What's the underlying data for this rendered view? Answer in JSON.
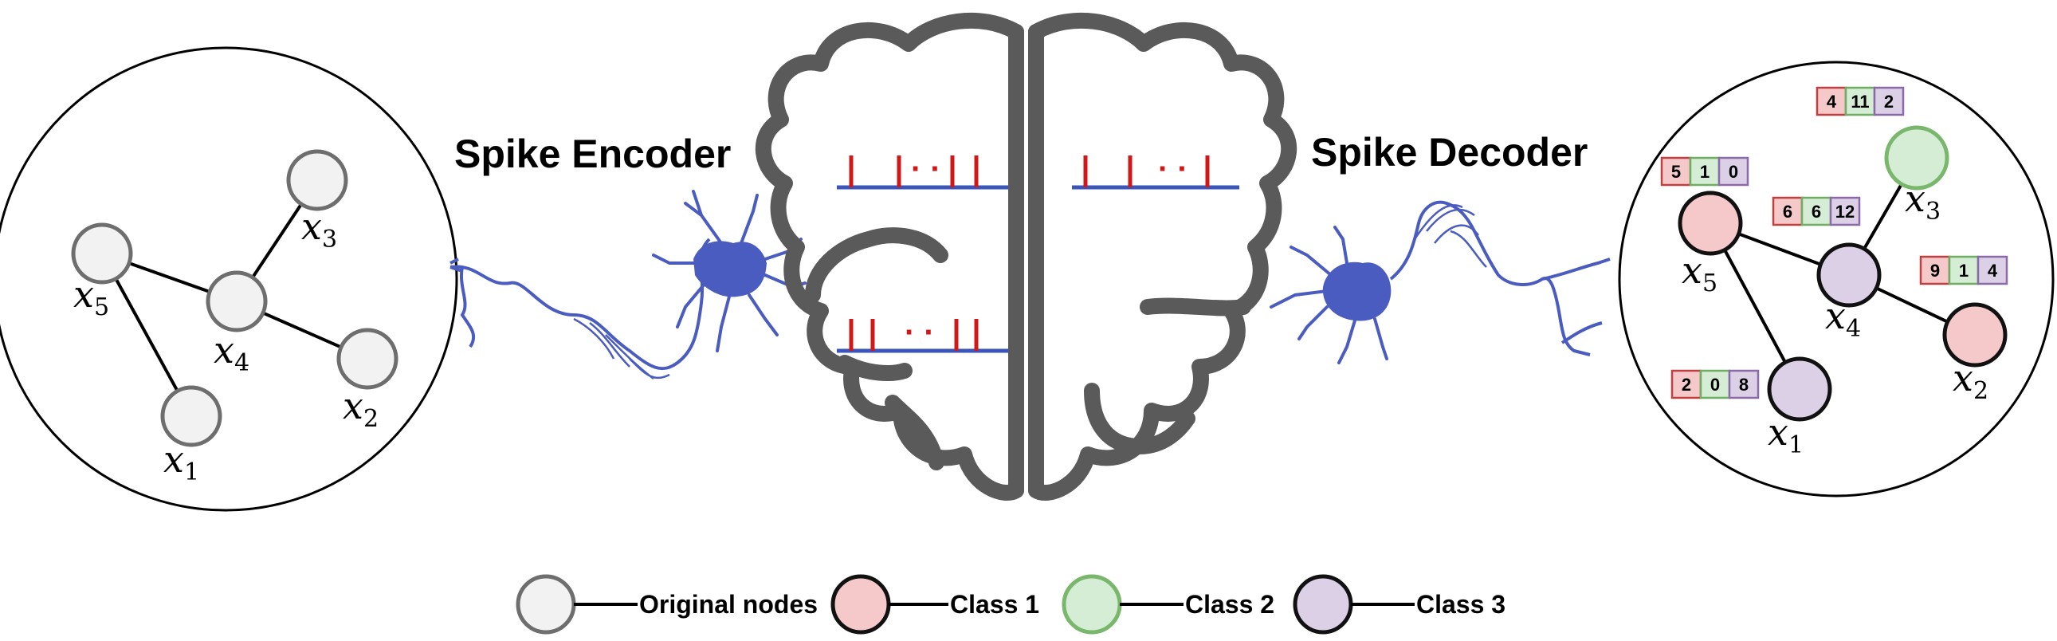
{
  "titles": {
    "encoder": "Spike Encoder",
    "decoder": "Spike Decoder"
  },
  "input_graph": {
    "nodes": [
      {
        "id": "x5",
        "label": "x",
        "sub": "5"
      },
      {
        "id": "x4",
        "label": "x",
        "sub": "4"
      },
      {
        "id": "x3",
        "label": "x",
        "sub": "3"
      },
      {
        "id": "x2",
        "label": "x",
        "sub": "2"
      },
      {
        "id": "x1",
        "label": "x",
        "sub": "1"
      }
    ],
    "edges": [
      [
        "x5",
        "x4"
      ],
      [
        "x5",
        "x1"
      ],
      [
        "x4",
        "x3"
      ],
      [
        "x4",
        "x2"
      ]
    ]
  },
  "output_graph": {
    "nodes": [
      {
        "id": "x5",
        "label": "x",
        "sub": "5",
        "class": "class1",
        "vector": [
          "5",
          "1",
          "0"
        ]
      },
      {
        "id": "x4",
        "label": "x",
        "sub": "4",
        "class": "class3",
        "vector": [
          "6",
          "6",
          "12"
        ]
      },
      {
        "id": "x3",
        "label": "x",
        "sub": "3",
        "class": "class2",
        "vector": [
          "4",
          "11",
          "2"
        ]
      },
      {
        "id": "x2",
        "label": "x",
        "sub": "2",
        "class": "class1",
        "vector": [
          "9",
          "1",
          "4"
        ]
      },
      {
        "id": "x1",
        "label": "x",
        "sub": "1",
        "class": "class3",
        "vector": [
          "2",
          "0",
          "8"
        ]
      }
    ],
    "edges": [
      [
        "x5",
        "x4"
      ],
      [
        "x5",
        "x1"
      ],
      [
        "x4",
        "x3"
      ],
      [
        "x4",
        "x2"
      ]
    ]
  },
  "spike_trains": {
    "dots": "· ·"
  },
  "legend": [
    {
      "key": "original",
      "label": "Original nodes"
    },
    {
      "key": "class1",
      "label": "Class 1"
    },
    {
      "key": "class2",
      "label": "Class 2"
    },
    {
      "key": "class3",
      "label": "Class 3"
    }
  ],
  "colors": {
    "original_fill": "#f2f2f2",
    "original_stroke": "#6e6e6e",
    "class1_fill": "#f5c9c9",
    "class2_fill": "#d5ecd5",
    "class2_stroke": "#79b86c",
    "class3_fill": "#dcd0e6",
    "node_stroke": "#111111",
    "brain": "#5a5a5a",
    "spike": "#d01818",
    "baseline": "#3b55b8",
    "neuron": "#4a5cc0",
    "vec_red_fill": "#f5c9c9",
    "vec_red_stroke": "#c04040",
    "vec_green_fill": "#d5ecd5",
    "vec_green_stroke": "#6fae62",
    "vec_purple_fill": "#dcd0e6",
    "vec_purple_stroke": "#8a6aa8"
  }
}
